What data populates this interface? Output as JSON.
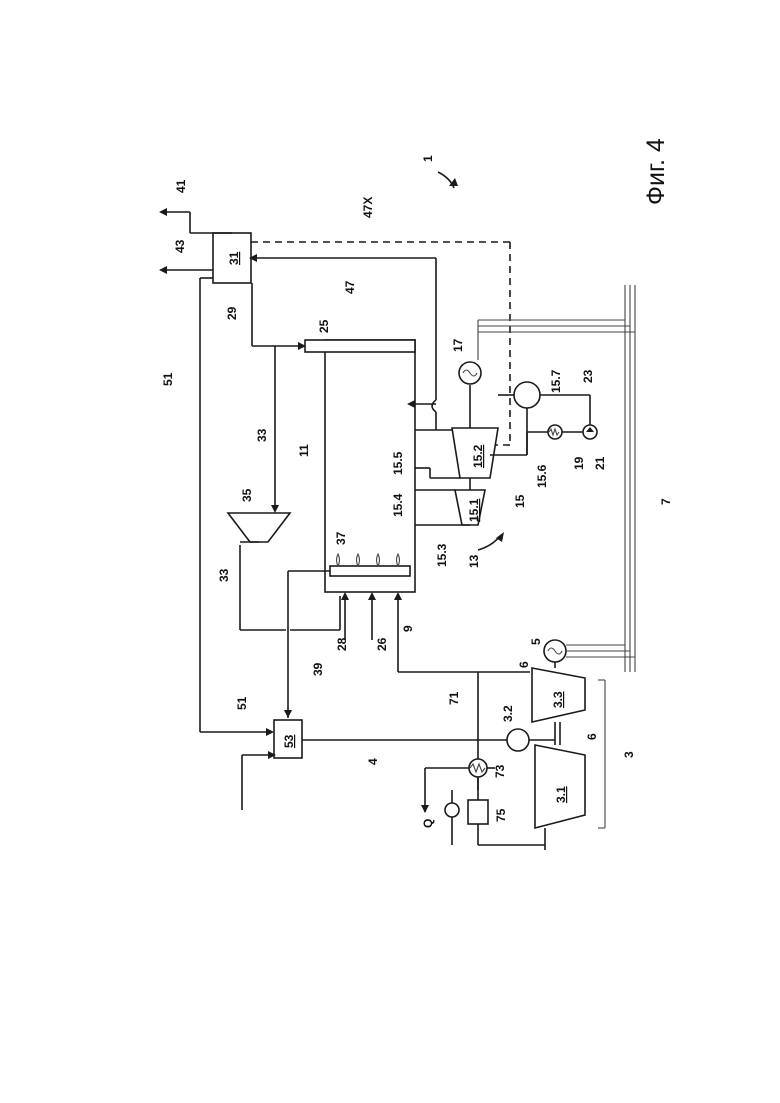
{
  "figure": {
    "caption": "Фиг. 4"
  },
  "labels": {
    "l1": "1",
    "l3": "3",
    "l3_1": "3.1",
    "l3_2": "3.2",
    "l3_3": "3.3",
    "l4": "4",
    "l5": "5",
    "l6a": "6",
    "l6b": "6",
    "l7": "7",
    "l9": "9",
    "l11": "11",
    "l13": "13",
    "l15": "15",
    "l15_1": "15.1",
    "l15_2": "15.2",
    "l15_3": "15.3",
    "l15_4": "15.4",
    "l15_5": "15.5",
    "l15_6": "15.6",
    "l15_7": "15.7",
    "l17": "17",
    "l19": "19",
    "l21": "21",
    "l23": "23",
    "l25": "25",
    "l26": "26",
    "l28": "28",
    "l29": "29",
    "l31": "31",
    "l33a": "33",
    "l33b": "33",
    "l35": "35",
    "l37": "37",
    "l39": "39",
    "l41": "41",
    "l43": "43",
    "l47": "47",
    "l47x": "47X",
    "l51a": "51",
    "l51b": "51",
    "l53": "53",
    "l71": "71",
    "l73": "73",
    "l75": "75",
    "lq": "Q"
  }
}
